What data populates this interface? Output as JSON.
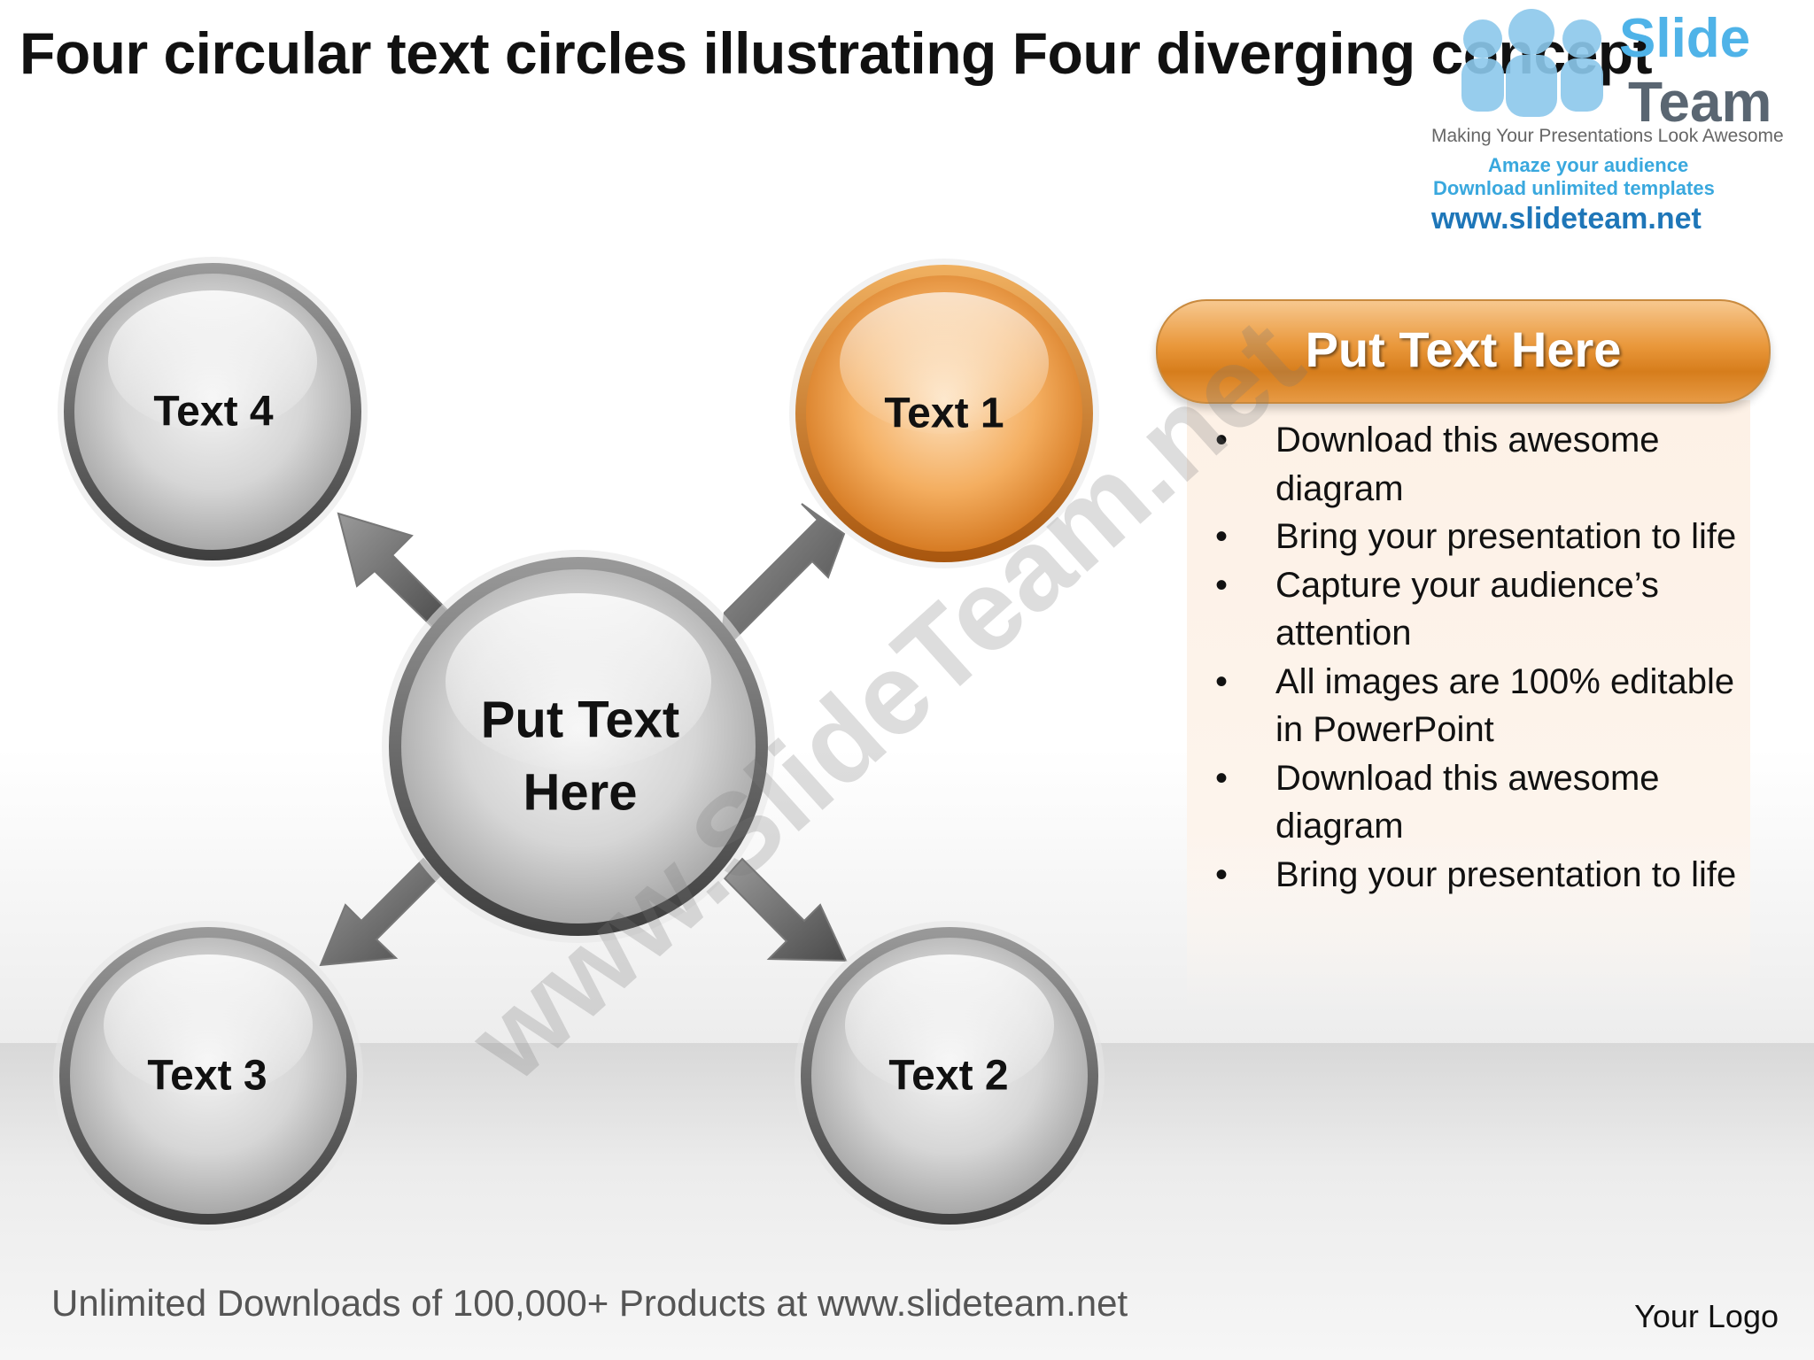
{
  "title": "Four circular text circles illustrating Four diverging concept",
  "center": {
    "line1": "Put Text",
    "line2": "Here"
  },
  "circles": [
    {
      "label": "Text 1",
      "highlighted": true
    },
    {
      "label": "Text 2",
      "highlighted": false
    },
    {
      "label": "Text 3",
      "highlighted": false
    },
    {
      "label": "Text 4",
      "highlighted": false
    }
  ],
  "panel": {
    "heading": "Put Text Here",
    "bullets": [
      "Download this awesome diagram",
      "Bring your presentation to life",
      "Capture your audience’s attention",
      "All images are 100% editable in PowerPoint",
      "Download this awesome diagram",
      "Bring your presentation to life"
    ]
  },
  "brand": {
    "name_part1": "Slide",
    "name_part2": "Team",
    "tagline": "Making Your Presentations Look Awesome",
    "line1": "Amaze your audience",
    "line2": "Download unlimited templates",
    "url": "www.slideteam.net"
  },
  "watermark": "www.SlideTeam.net",
  "footer": "Unlimited Downloads of 100,000+ Products at www.slideteam.net",
  "logo_placeholder": "Your Logo",
  "colors": {
    "accent": "#e8923a",
    "gray_circle": "#c8c8c8",
    "brand_blue": "#39a8de"
  }
}
